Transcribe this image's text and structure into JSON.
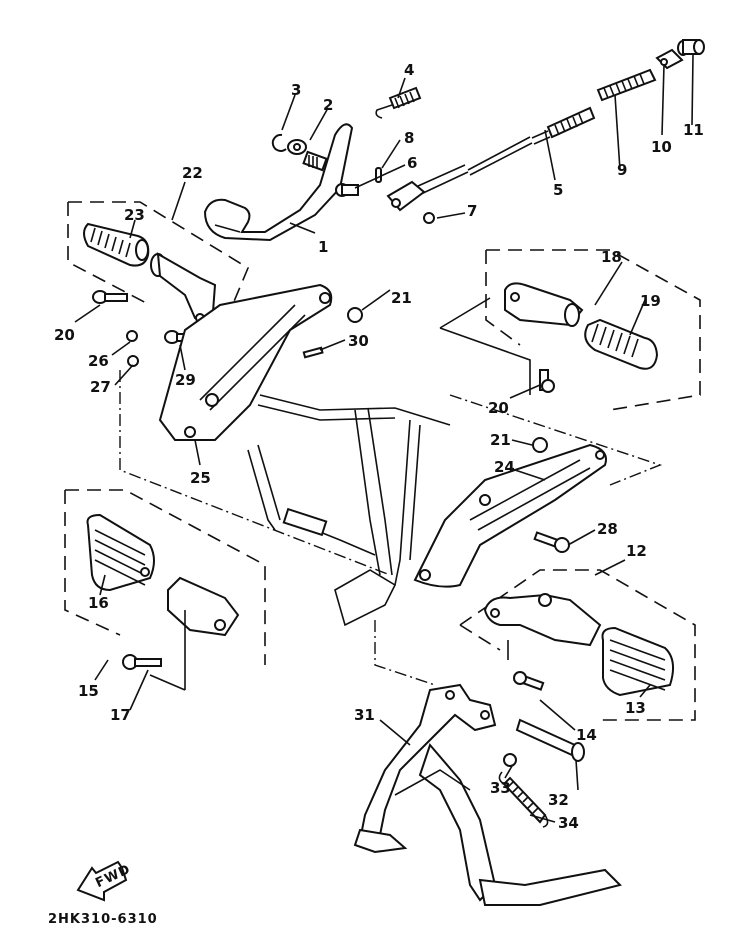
{
  "diagram": {
    "type": "exploded-parts-diagram",
    "code": "2HK310-6310",
    "fwd_label": "FWD",
    "callouts": [
      {
        "id": "1",
        "label": "1"
      },
      {
        "id": "2",
        "label": "2"
      },
      {
        "id": "3",
        "label": "3"
      },
      {
        "id": "4",
        "label": "4"
      },
      {
        "id": "5",
        "label": "5"
      },
      {
        "id": "6",
        "label": "6"
      },
      {
        "id": "7",
        "label": "7"
      },
      {
        "id": "8",
        "label": "8"
      },
      {
        "id": "9",
        "label": "9"
      },
      {
        "id": "10",
        "label": "10"
      },
      {
        "id": "11",
        "label": "11"
      },
      {
        "id": "12",
        "label": "12"
      },
      {
        "id": "13",
        "label": "13"
      },
      {
        "id": "14",
        "label": "14"
      },
      {
        "id": "15",
        "label": "15"
      },
      {
        "id": "16",
        "label": "16"
      },
      {
        "id": "17",
        "label": "17"
      },
      {
        "id": "18",
        "label": "18"
      },
      {
        "id": "19",
        "label": "19"
      },
      {
        "id": "20a",
        "label": "20"
      },
      {
        "id": "20b",
        "label": "20"
      },
      {
        "id": "21a",
        "label": "21"
      },
      {
        "id": "21b",
        "label": "21"
      },
      {
        "id": "22",
        "label": "22"
      },
      {
        "id": "23",
        "label": "23"
      },
      {
        "id": "24",
        "label": "24"
      },
      {
        "id": "25",
        "label": "25"
      },
      {
        "id": "26",
        "label": "26"
      },
      {
        "id": "27",
        "label": "27"
      },
      {
        "id": "28",
        "label": "28"
      },
      {
        "id": "29",
        "label": "29"
      },
      {
        "id": "30",
        "label": "30"
      },
      {
        "id": "31",
        "label": "31"
      },
      {
        "id": "32",
        "label": "32"
      },
      {
        "id": "33",
        "label": "33"
      },
      {
        "id": "34",
        "label": "34"
      }
    ]
  }
}
